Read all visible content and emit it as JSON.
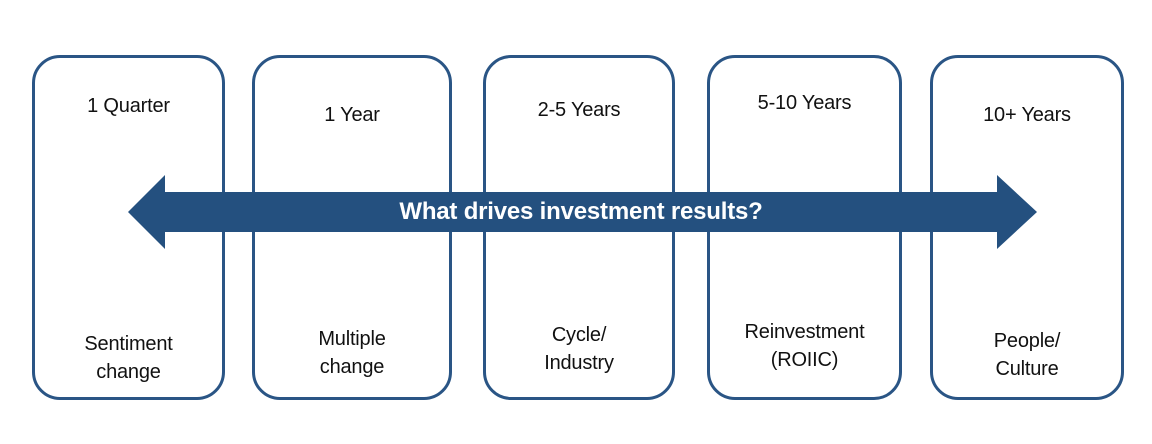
{
  "colors": {
    "background": "#FFFFFF",
    "box_border": "#2A5585",
    "arrow": "#24507F",
    "arrow_text": "#FFFFFF",
    "text": "#111111"
  },
  "arrow": {
    "title": "What drives investment results?"
  },
  "boxes": [
    {
      "period": "1 Quarter",
      "driver": "Sentiment\nchange"
    },
    {
      "period": "1 Year",
      "driver": "Multiple\nchange"
    },
    {
      "period": "2-5 Years",
      "driver": "Cycle/\nIndustry"
    },
    {
      "period": "5-10 Years",
      "driver": "Reinvestment\n(ROIIC)"
    },
    {
      "period": "10+ Years",
      "driver": "People/\nCulture"
    }
  ]
}
